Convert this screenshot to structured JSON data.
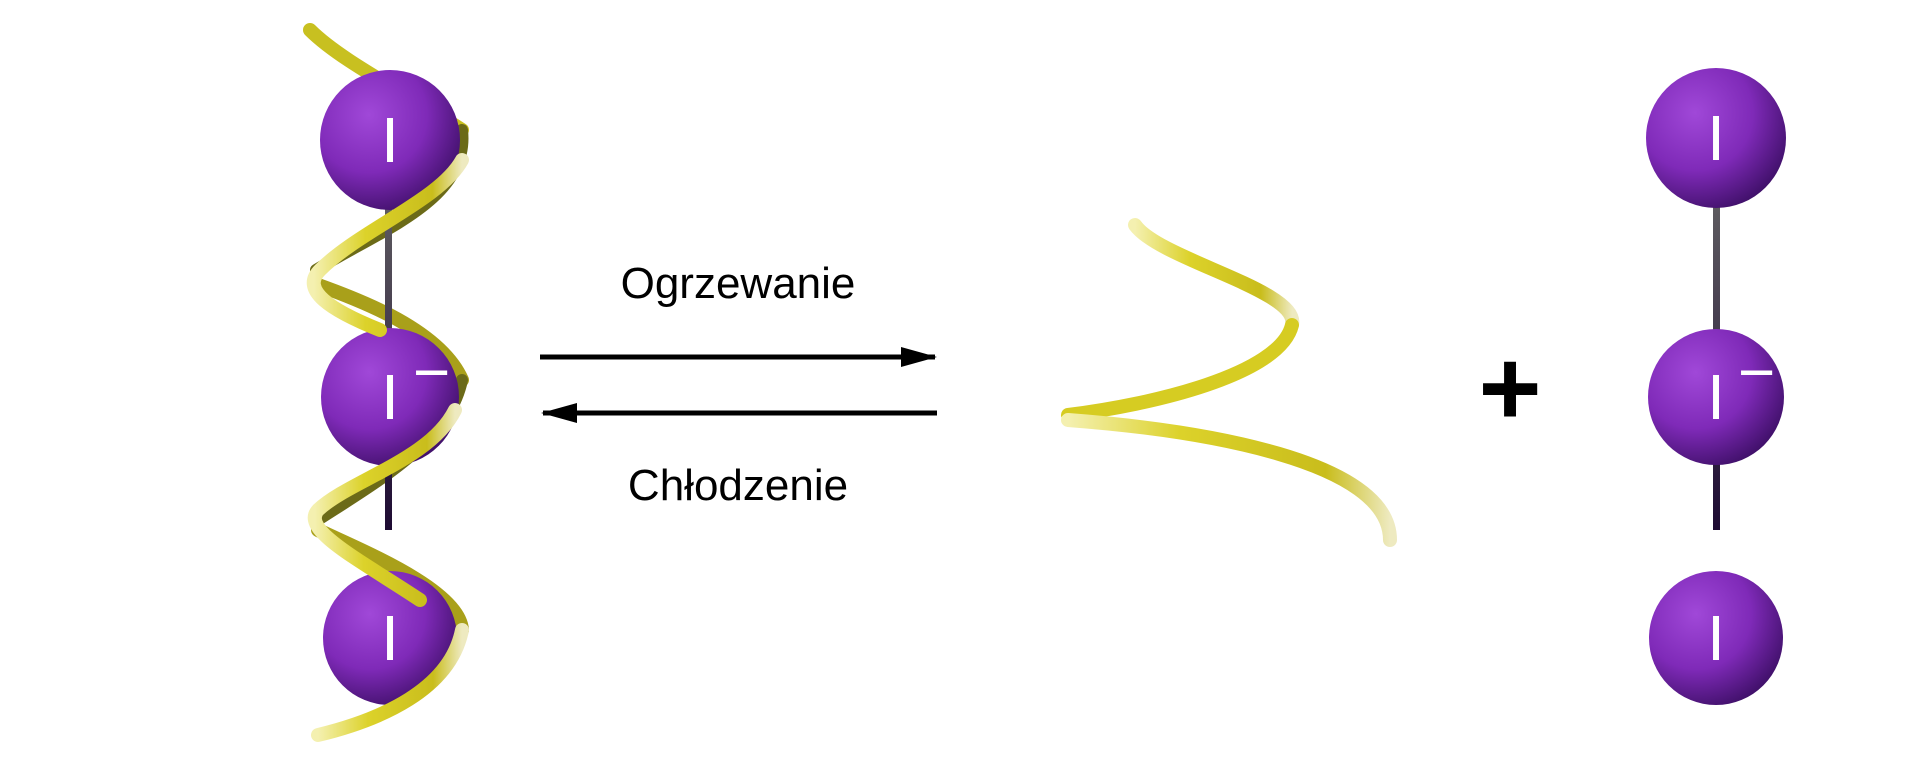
{
  "process": {
    "forward_label": "Ogrzewanie",
    "reverse_label": "Chłodzenie"
  },
  "operator": "+",
  "complex_left": {
    "atoms": [
      {
        "label": "I",
        "charge": ""
      },
      {
        "label": "I",
        "charge": "−"
      },
      {
        "label": "I",
        "charge": ""
      }
    ]
  },
  "ion_right": {
    "atoms": [
      {
        "label": "I",
        "charge": ""
      },
      {
        "label": "I",
        "charge": "−"
      },
      {
        "label": "I",
        "charge": ""
      }
    ]
  },
  "colors": {
    "atom": "#8a2fc4",
    "atom_dark": "#3d0f66",
    "helix": "#d9cf2a",
    "helix_dark": "#5a5a18",
    "bond": "#222222",
    "arrow": "#000000"
  }
}
